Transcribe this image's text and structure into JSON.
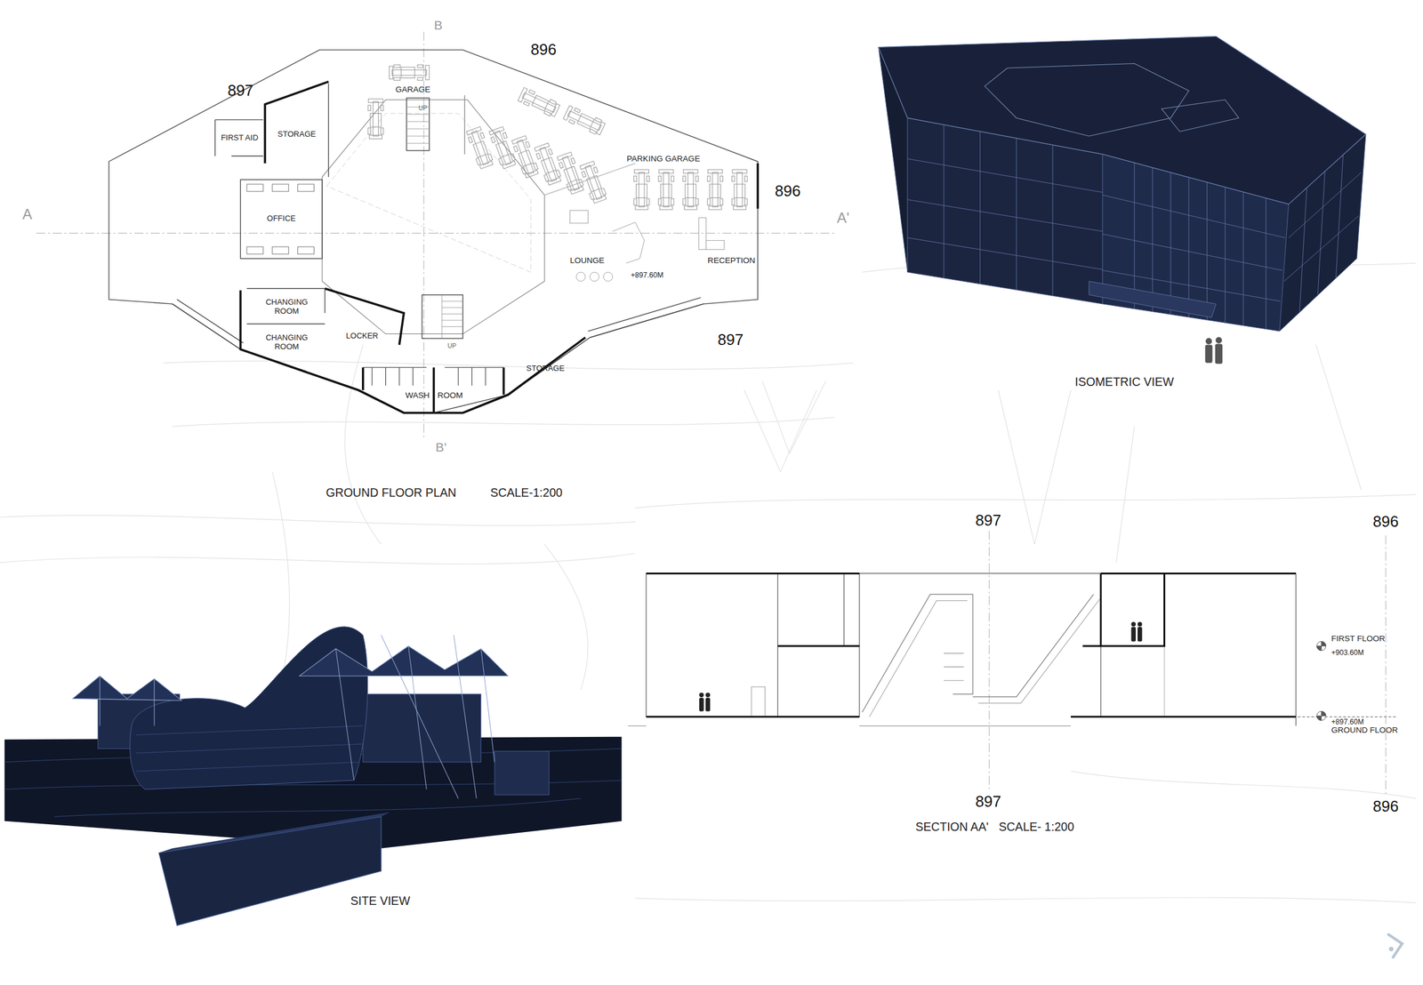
{
  "diagram": {
    "nodes": [
      {
        "text": [
          "FIRST AID"
        ]
      },
      {
        "text": [
          "STORAGE"
        ]
      },
      {
        "text": [
          "OFFICE"
        ]
      },
      {
        "text": [
          "CHANGING ROOM"
        ]
      },
      {
        "text": [
          "CHANGING ROOM"
        ]
      },
      {
        "text": [
          "LOCKER"
        ]
      },
      {
        "text": [
          "STORAGE"
        ]
      }
    ],
    "labels": [
      "B",
      "897",
      "GARAGE",
      "896",
      "PARKING GARAGE",
      "896",
      "A",
      "A'",
      "LOUNGE",
      "+897.60M",
      "RECEPTION",
      "UP",
      "UP",
      "897",
      "WASH",
      "ROOM",
      "B'",
      "GROUND FLOOR PLAN",
      "SCALE-1:200",
      "ISOMETRIC VIEW",
      "897",
      "896",
      "FIRST FLOOR",
      "+903.60M",
      "+897.60M",
      "GROUND FLOOR",
      "897",
      "896",
      "SECTION AA'",
      "SCALE- 1:200",
      "SITE VIEW"
    ]
  }
}
